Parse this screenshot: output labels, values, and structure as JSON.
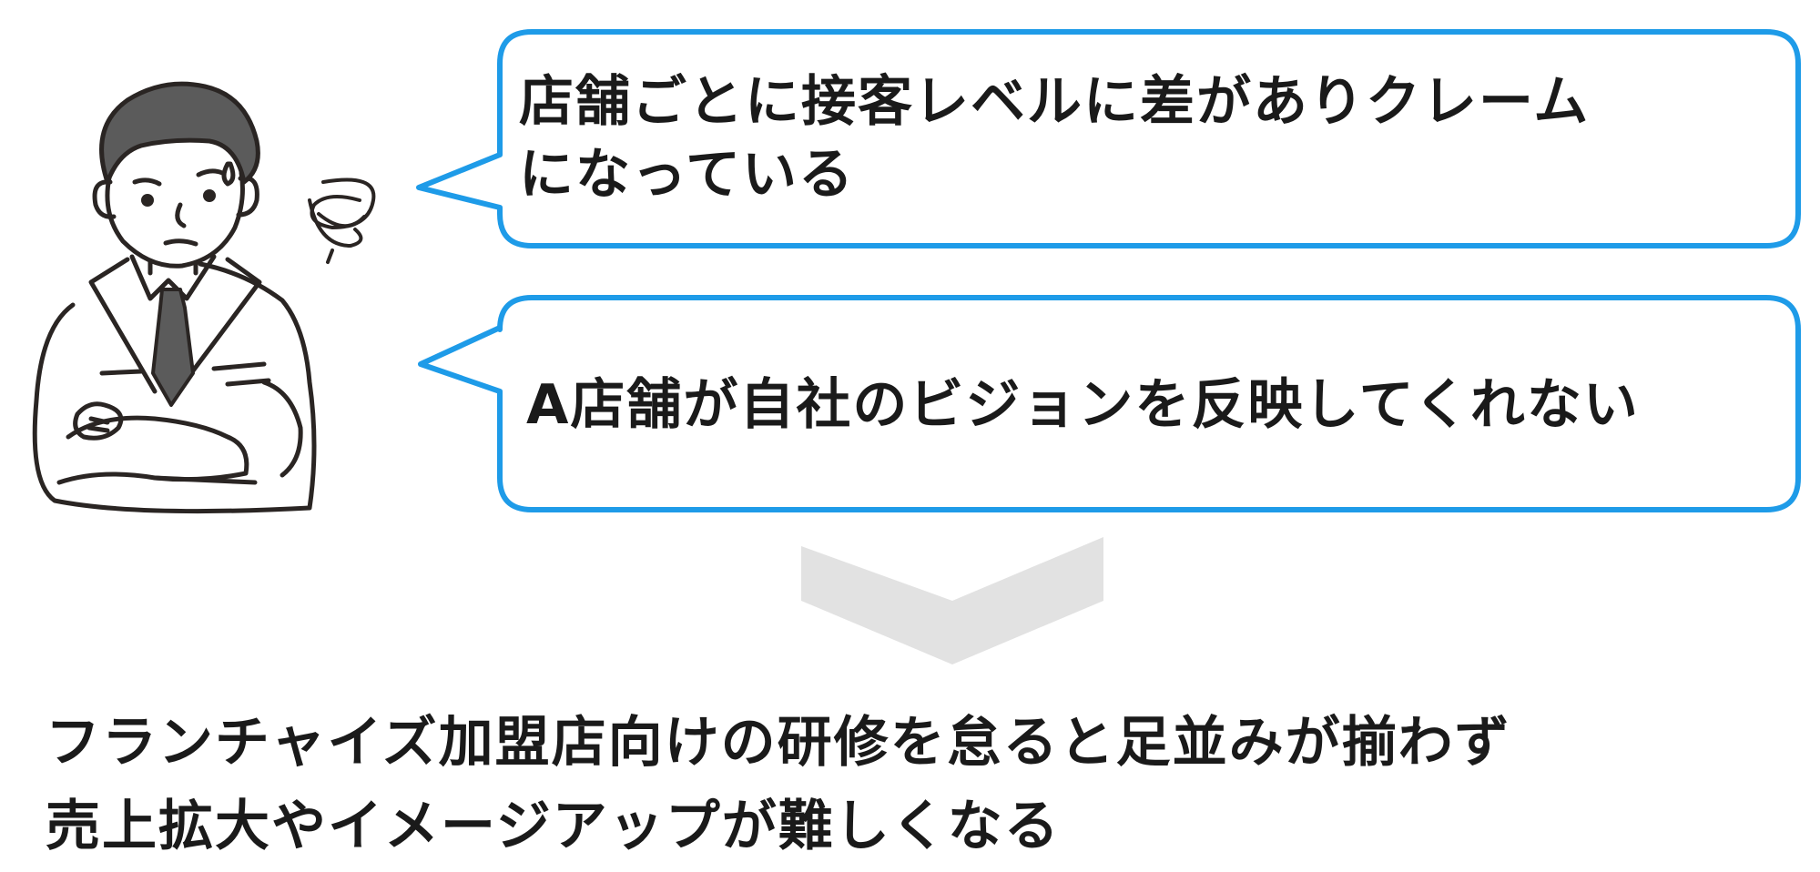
{
  "bubbles": [
    {
      "lines": [
        "店舗ごとに接客レベルに差がありクレーム",
        "になっている"
      ]
    },
    {
      "lines": [
        "A店舗が自社のビジョンを反映してくれない"
      ]
    }
  ],
  "conclusion": {
    "lines": [
      "フランチャイズ加盟店向けの研修を怠ると足並みが揃わず",
      "売上拡大やイメージアップが難しくなる"
    ]
  },
  "colors": {
    "bubble_border": "#1e9be8",
    "arrow": "#e2e2e2",
    "text": "#1a1a1a",
    "line_art": "#2a2523",
    "hair": "#5b5b5b",
    "tie": "#5b5b5b"
  },
  "icons": {
    "person": "worried-businessman-illustration",
    "worry_mark": "worry-swirl-icon",
    "arrow": "chevron-down-icon"
  }
}
